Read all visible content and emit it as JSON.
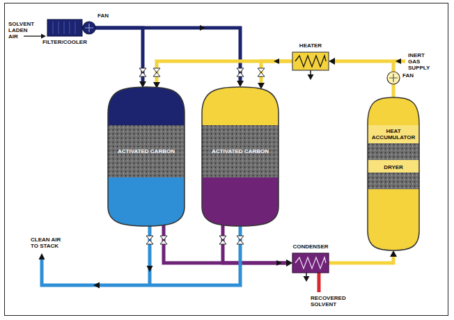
{
  "diagram": {
    "nodes": [
      {
        "text": [
          "FILTER/COOLER"
        ]
      },
      {
        "text": [
          "ACTIVATED CARBON"
        ]
      },
      {
        "text": [
          "ACTIVATED CARBON"
        ]
      },
      {
        "text": [
          "HEATER"
        ]
      },
      {
        "text": [
          "HEAT ACCUMULATOR",
          "DRYER"
        ]
      },
      {
        "text": [
          "CONDENSER"
        ]
      }
    ],
    "edges": [
      {
        "from": 0,
        "to": 1,
        "arrow": "to"
      },
      {
        "from": 0,
        "to": 2,
        "arrow": "to"
      },
      {
        "from": 3,
        "to": 1,
        "arrow": "to"
      },
      {
        "from": 3,
        "to": 2,
        "arrow": "to"
      },
      {
        "from": 1,
        "to": 5,
        "arrow": "to"
      },
      {
        "from": 2,
        "to": 5,
        "arrow": "to"
      },
      {
        "from": 5,
        "to": 4,
        "arrow": "to"
      },
      {
        "from": 4,
        "to": 3,
        "arrow": "to"
      }
    ],
    "labels": [
      "SOLVENT LADEN AIR",
      "FAN",
      "INERT GAS SUPPLY",
      "FAN",
      "CLEAN AIR TO STACK",
      "RECOVERED SOLVENT"
    ]
  }
}
